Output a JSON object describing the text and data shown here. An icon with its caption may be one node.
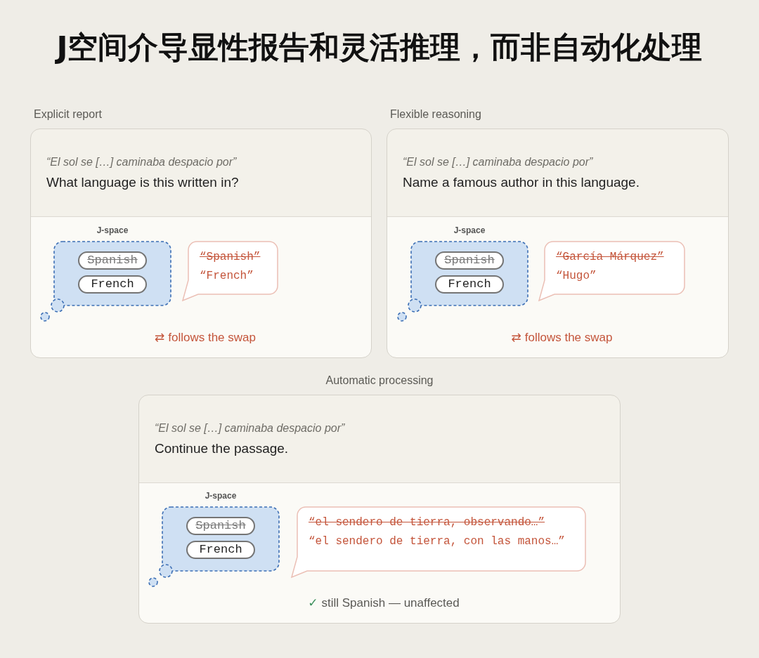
{
  "diagram": {
    "title": "J空间介导显性报告和灵活推理，而非自动化处理",
    "nodes": [
      {
        "text": [
          "Explicit report",
          "“El sol se […] caminaba despacio por”",
          "What language is this written in?",
          "⇄ follows the swap"
        ]
      },
      {
        "text": [
          "J-space"
        ],
        "in": 0
      },
      {
        "text": [
          "Spanish"
        ],
        "in": 1
      },
      {
        "text": [
          "French"
        ],
        "in": 1
      },
      {
        "text": [
          "“Spanish”",
          "“French”"
        ],
        "in": 0
      },
      {
        "text": [
          "Flexible reasoning",
          "“El sol se […] caminaba despacio por”",
          "Name a famous author in this language.",
          "⇄ follows the swap"
        ]
      },
      {
        "text": [
          "J-space"
        ],
        "in": 5
      },
      {
        "text": [
          "Spanish"
        ],
        "in": 6
      },
      {
        "text": [
          "French"
        ],
        "in": 6
      },
      {
        "text": [
          "“García Márquez”",
          "“Hugo”"
        ],
        "in": 5
      },
      {
        "text": [
          "Automatic processing",
          "“El sol se […] caminaba despacio por”",
          "Continue the passage.",
          "✓ still Spanish — unaffected"
        ]
      },
      {
        "text": [
          "J-space"
        ],
        "in": 10
      },
      {
        "text": [
          "Spanish"
        ],
        "in": 11
      },
      {
        "text": [
          "French"
        ],
        "in": 11
      },
      {
        "text": [
          "“el sendero de tierra, observando…”",
          "“el sendero de tierra, con las manos…”"
        ],
        "in": 10
      }
    ]
  }
}
